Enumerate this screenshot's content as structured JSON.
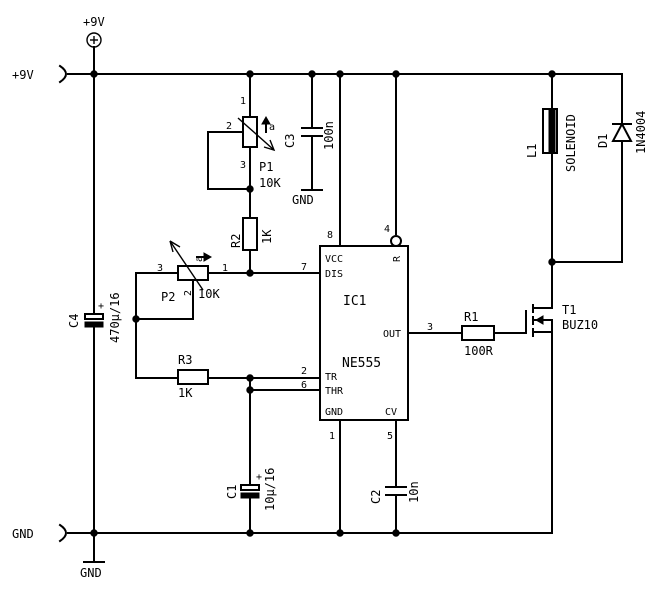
{
  "power": {
    "vcc_top": "+9V",
    "vcc_left": "+9V",
    "gnd_left": "GND",
    "gnd_bottom": "GND",
    "gnd_c3": "GND"
  },
  "ic": {
    "name": "IC1",
    "type": "NE555",
    "pins": {
      "vcc": "VCC",
      "dis": "DIS",
      "tr": "TR",
      "thr": "THR",
      "gnd": "GND",
      "cv": "CV",
      "out": "OUT",
      "r": "R"
    },
    "pin_numbers": {
      "vcc": "8",
      "reset": "4",
      "dis": "7",
      "tr": "2",
      "thr": "6",
      "gnd": "1",
      "cv": "5",
      "out": "3"
    }
  },
  "components": {
    "p1": {
      "ref": "P1",
      "value": "10K",
      "pins": [
        "1",
        "2",
        "3"
      ],
      "wiper": "a"
    },
    "p2": {
      "ref": "P2",
      "value": "10K",
      "pins": [
        "3",
        "1",
        "2"
      ],
      "wiper": "a"
    },
    "r2": {
      "ref": "R2",
      "value": "1K"
    },
    "r3": {
      "ref": "R3",
      "value": "1K"
    },
    "r1": {
      "ref": "R1",
      "value": "100R"
    },
    "c3": {
      "ref": "C3",
      "value": "100n"
    },
    "c4": {
      "ref": "C4",
      "value": "470μ/16",
      "plus": "+"
    },
    "c1": {
      "ref": "C1",
      "value": "10μ/16",
      "plus": "+"
    },
    "c2": {
      "ref": "C2",
      "value": "10n"
    },
    "l1": {
      "ref": "L1",
      "value": "SOLENOID"
    },
    "d1": {
      "ref": "D1",
      "value": "1N4004"
    },
    "t1": {
      "ref": "T1",
      "value": "BUZ10"
    }
  }
}
